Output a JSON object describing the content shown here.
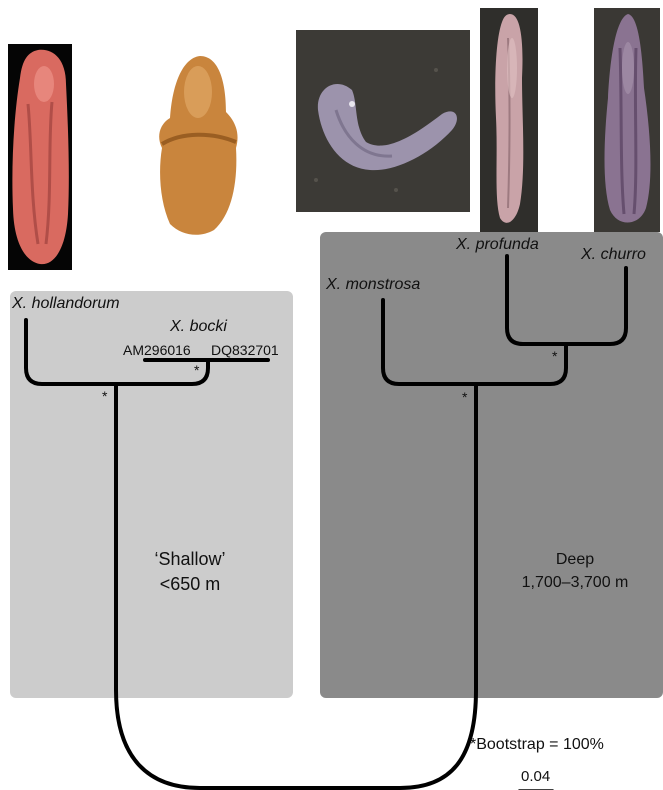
{
  "specimens": [
    {
      "id": "x-hollandorum",
      "background": "#050505",
      "body_color": "#d96a60",
      "highlight": "#f09a90"
    },
    {
      "id": "x-bocki",
      "background": "#ffffff",
      "body_color": "#c9853d",
      "highlight": "#e0a765"
    },
    {
      "id": "x-monstrosa",
      "background": "#3c3a36",
      "body_color": "#9c93ac",
      "highlight": "#bab3c6"
    },
    {
      "id": "x-profunda",
      "background": "#2f2e2b",
      "body_color": "#c9a3a8",
      "highlight": "#e1c1c3"
    },
    {
      "id": "x-churro",
      "background": "#3a3834",
      "body_color": "#8a7391",
      "highlight": "#a994ad"
    }
  ],
  "regions": {
    "shallow": {
      "title": "‘Shallow’",
      "depth": "<650 m",
      "color": "#cccccc"
    },
    "deep": {
      "title": "Deep",
      "depth": "1,700–3,700 m",
      "color": "#8a8a8a"
    }
  },
  "taxa": {
    "hollandorum": "X. hollandorum",
    "bocki": "X. bocki",
    "bocki_accession_1": "AM296016",
    "bocki_accession_2": "DQ832701",
    "monstrosa": "X. monstrosa",
    "profunda": "X. profunda",
    "churro": "X. churro"
  },
  "support_marker": "*",
  "footnote": "*Bootstrap = 100%",
  "scale_bar": {
    "value": "0.04"
  }
}
